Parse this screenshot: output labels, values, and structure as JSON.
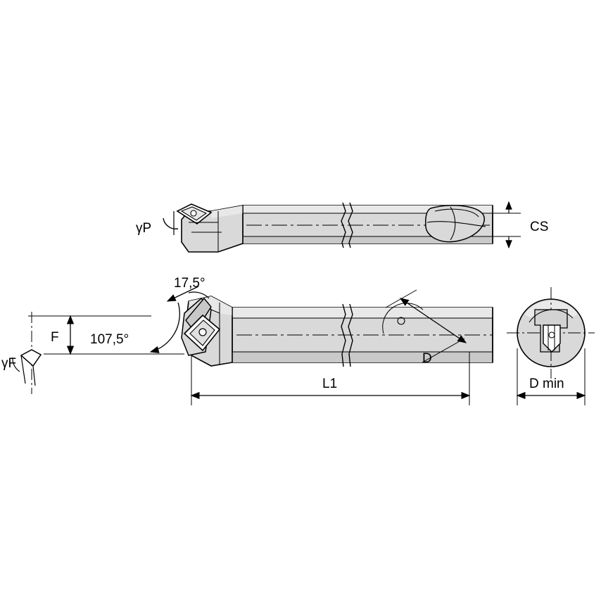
{
  "diagram": {
    "title": "Boring bar technical drawing",
    "labels": {
      "gamma_p": "γP",
      "gamma_f": "γF",
      "cs": "CS",
      "f": "F",
      "angle_top": "17,5°",
      "angle_lead": "107,5°",
      "d": "D",
      "l1": "L1",
      "d_min": "D min"
    },
    "colors": {
      "line": "#000000",
      "body_fill": "#d9d9d9",
      "body_fill_light": "#e8e8e8",
      "body_fill_dark": "#c2c2c2",
      "insert_fill": "#ffffff",
      "background": "#ffffff"
    }
  }
}
